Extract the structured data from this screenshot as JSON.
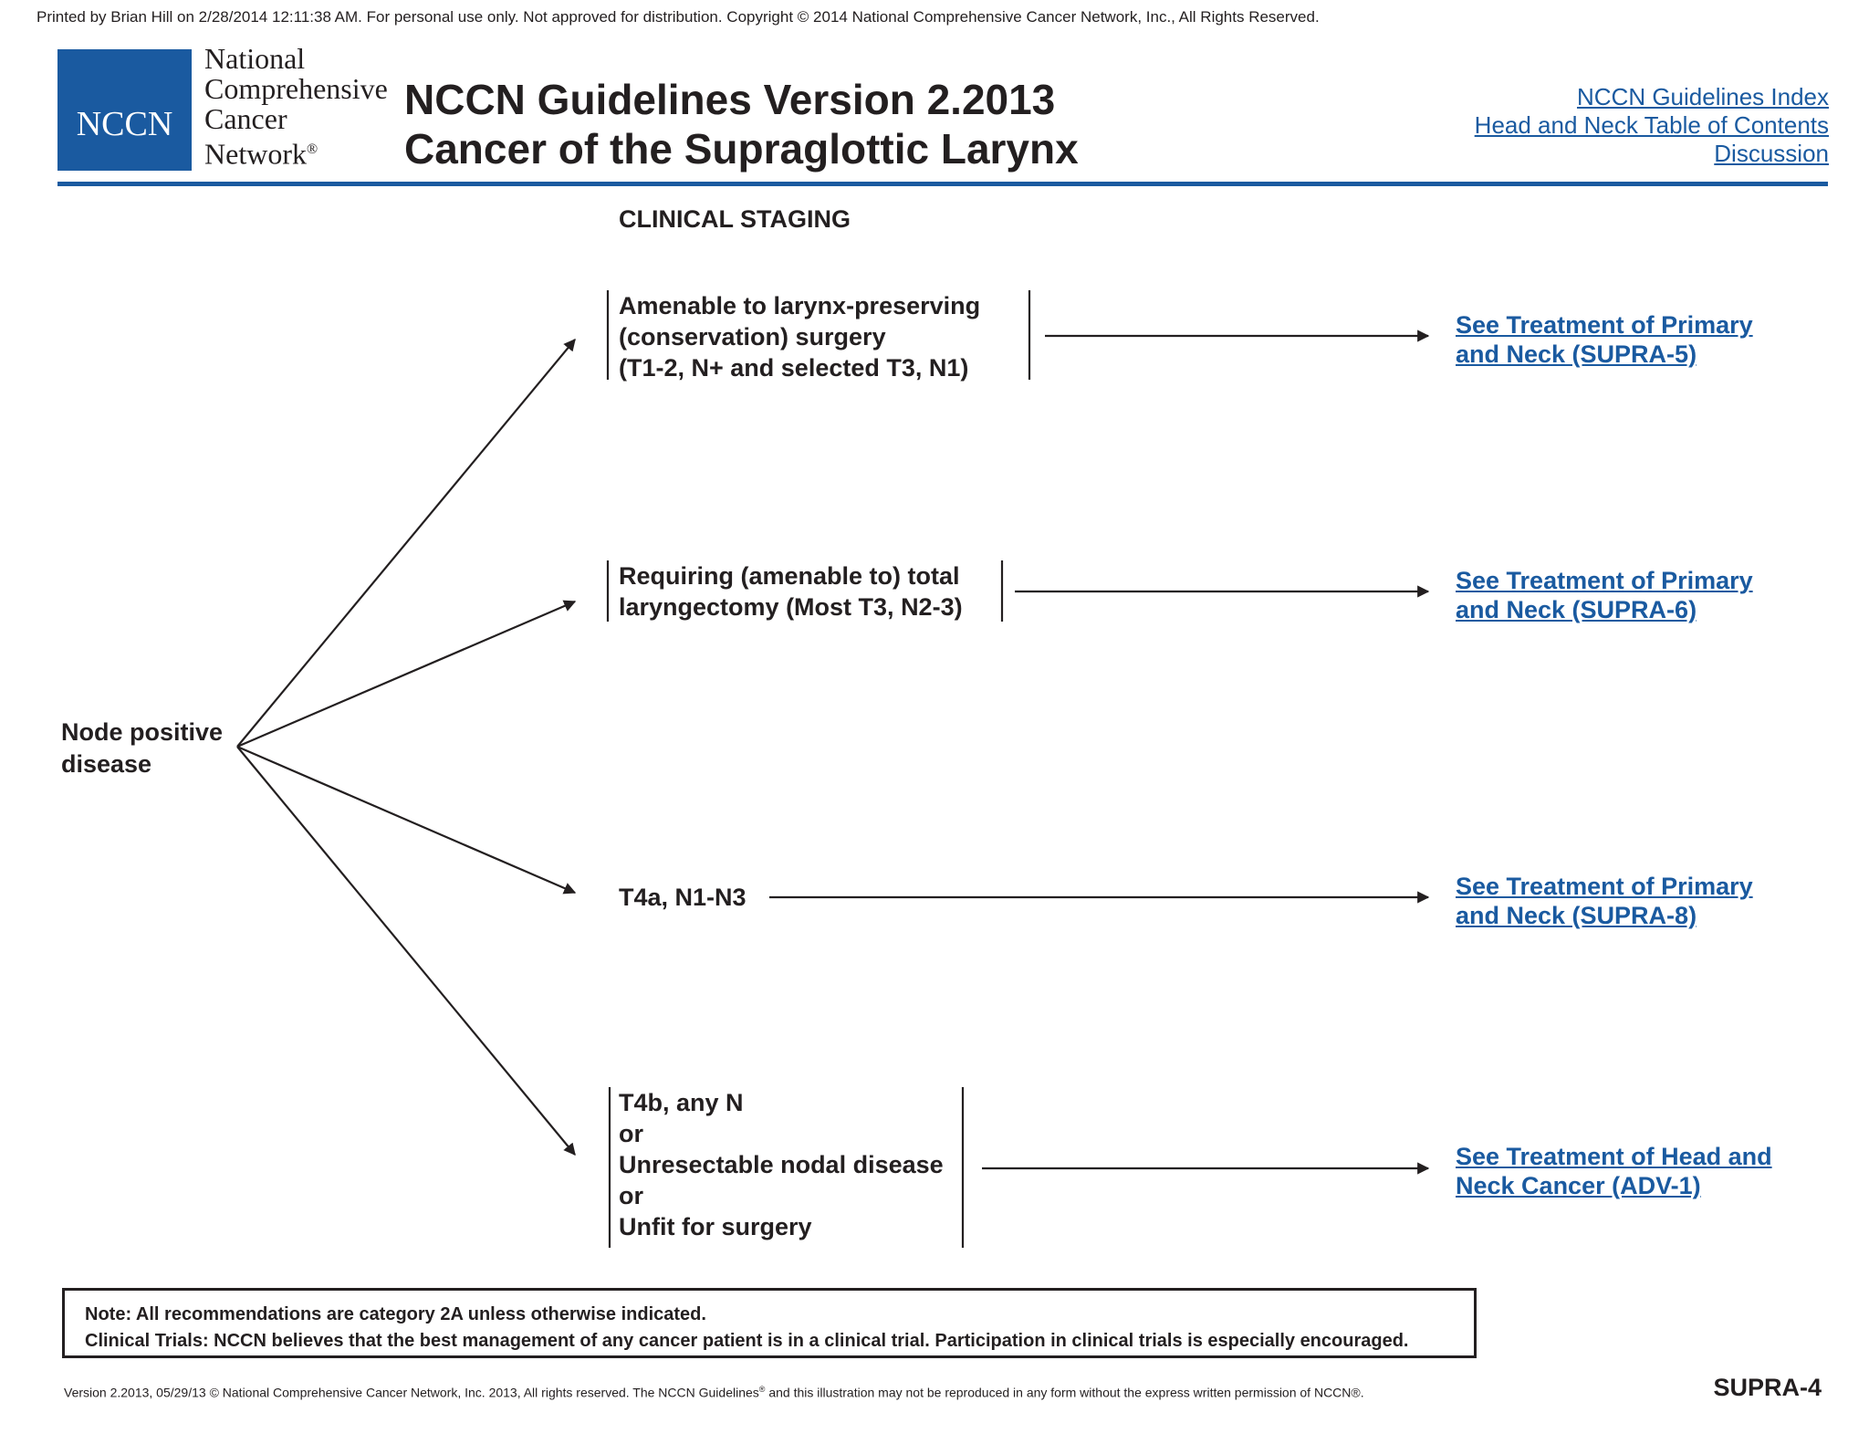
{
  "print_notice": "Printed by Brian Hill on 2/28/2014 12:11:38 AM. For personal use only. Not approved for distribution. Copyright © 2014 National Comprehensive Cancer Network, Inc., All Rights Reserved.",
  "logo": {
    "mark": "NCCN",
    "name_lines": [
      "National",
      "Comprehensive",
      "Cancer",
      "Network"
    ],
    "registered": "®"
  },
  "title": {
    "line1": "NCCN Guidelines Version 2.2013",
    "line2": "Cancer of the Supraglottic Larynx"
  },
  "nav_links": [
    "NCCN Guidelines Index",
    "Head and Neck Table of Contents",
    "Discussion"
  ],
  "section_heading": "CLINICAL STAGING",
  "root_node": {
    "line1": "Node positive",
    "line2": "disease"
  },
  "branches": [
    {
      "lines": [
        "Amenable to larynx-preserving",
        "(conservation) surgery",
        "(T1-2, N+ and selected T3, N1)"
      ],
      "link_lines": [
        "See Treatment of Primary",
        "and Neck (SUPRA-5)"
      ]
    },
    {
      "lines": [
        "Requiring (amenable to) total",
        "laryngectomy (Most T3, N2-3)"
      ],
      "link_lines": [
        "See Treatment of Primary",
        "and Neck (SUPRA-6)"
      ]
    },
    {
      "lines": [
        "T4a, N1-N3"
      ],
      "link_lines": [
        "See Treatment of Primary",
        "and Neck (SUPRA-8)"
      ]
    },
    {
      "lines": [
        "T4b, any N",
        "or",
        "Unresectable nodal disease",
        "or",
        "Unfit for surgery"
      ],
      "link_lines": [
        "See Treatment of Head and",
        "Neck Cancer (ADV-1)"
      ]
    }
  ],
  "note": {
    "line1": "Note:  All recommendations are category 2A unless otherwise indicated.",
    "line2": "Clinical Trials: NCCN believes that the best management of any cancer patient is in a clinical trial.  Participation in clinical trials is especially encouraged."
  },
  "footer": {
    "text_before": "Version 2.2013, 05/29/13 © National Comprehensive Cancer Network, Inc. 2013, All rights reserved. The NCCN Guidelines",
    "sup": "®",
    "text_after": " and this illustration may not be reproduced in any form without the express written permission of NCCN®."
  },
  "page_code": "SUPRA-4",
  "colors": {
    "brand_blue": "#1a5aa0",
    "text": "#231f20"
  }
}
